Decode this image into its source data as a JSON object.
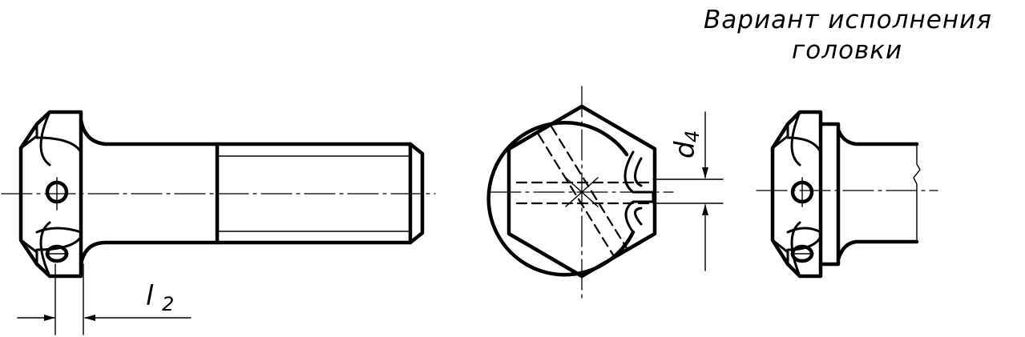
{
  "caption": {
    "line1": "Вариант исполнения",
    "line2": "головки"
  },
  "dimensions": {
    "l2": {
      "symbol": "l",
      "subscript": "2"
    },
    "d4": {
      "symbol": "d",
      "subscript": "4"
    }
  },
  "colors": {
    "ink": "#000000",
    "paper": "#ffffff"
  }
}
